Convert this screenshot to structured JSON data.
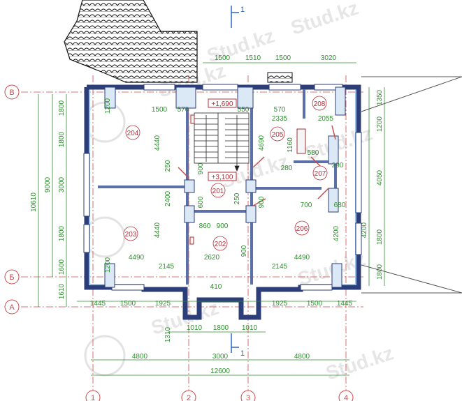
{
  "section_mark": "1",
  "axes": {
    "rows": [
      "В",
      "Б",
      "А"
    ],
    "cols": [
      "1",
      "2",
      "3",
      "4"
    ]
  },
  "rooms": [
    "204",
    "205",
    "201",
    "208",
    "207",
    "203",
    "202",
    "206"
  ],
  "elevations": [
    "+1,690",
    "+3,100"
  ],
  "dims_top": [
    "1500",
    "1510",
    "1500",
    "3020"
  ],
  "dims_bottom": [
    "1445",
    "1500",
    "1925",
    "1925",
    "1500",
    "1445"
  ],
  "dims_bottom_small": [
    "1010",
    "1800",
    "1010"
  ],
  "dims_overall": [
    "4800",
    "3000",
    "4800"
  ],
  "dims_total": "12600",
  "dims_left": [
    "1800",
    "1800",
    "3000",
    "1800",
    "1600",
    "1610"
  ],
  "dims_left_overall": "9000",
  "dims_left_total": "10610",
  "dims_right": [
    "1350",
    "1200",
    "4050",
    "4200",
    "1800",
    "1800"
  ],
  "dims_interior": [
    "1500",
    "570",
    "550",
    "570",
    "2335",
    "2055",
    "1200",
    "4440",
    "250",
    "900",
    "4690",
    "1160",
    "580",
    "280",
    "290",
    "2400",
    "900",
    "700",
    "680",
    "4440",
    "860",
    "900",
    "4200",
    "1200",
    "4490",
    "2145",
    "2620",
    "2145",
    "4490",
    "410",
    "1310",
    "600",
    "250",
    "900"
  ],
  "watermark": "Stud.kz"
}
